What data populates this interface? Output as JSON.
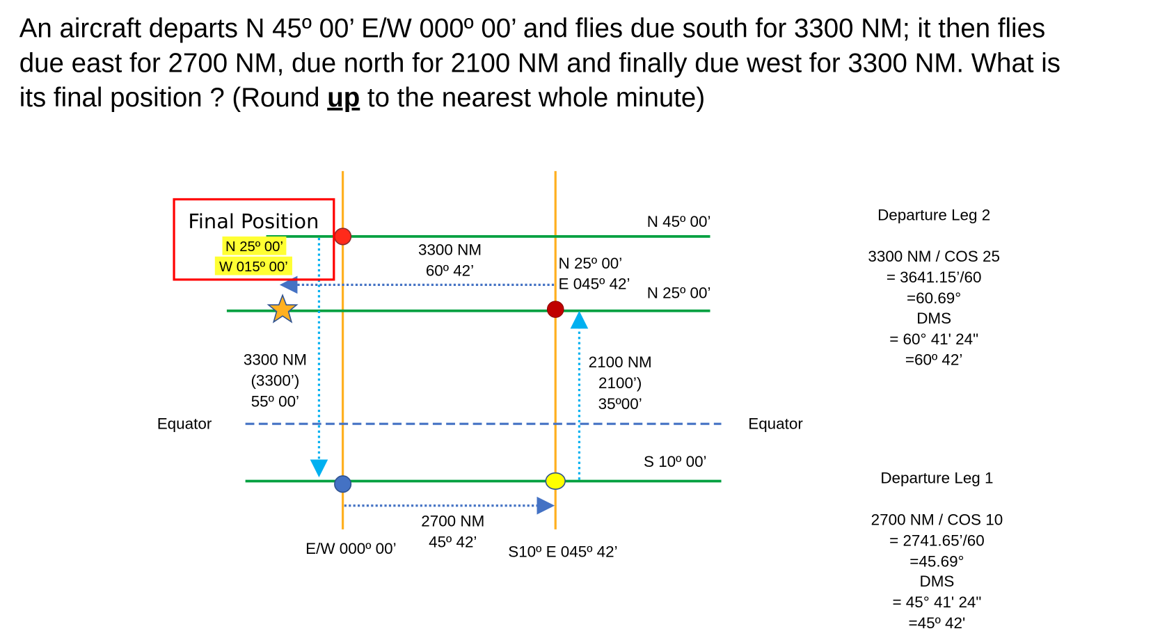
{
  "question": {
    "line1": "An aircraft departs N 45º 00’ E/W 000º 00’ and flies due south for 3300 NM; it then flies",
    "line2": "due east for 2700 NM, due north for 2100 NM and finally due west for 3300 NM. What is",
    "line3_pre": "its final position ? (Round ",
    "line3_bold": "up",
    "line3_post": " to the nearest whole minute)"
  },
  "final_position": {
    "title": "Final Position",
    "lat": "N 25º 00’",
    "lon": "W 015º 00’"
  },
  "labels": {
    "n45": "N 45º 00’",
    "n25_right": "N 25º 00’",
    "n25_point_lat": "N 25º 00’",
    "n25_point_lon": "E 045º 42’",
    "leg4_dist": "3300 NM",
    "leg4_angle": "60º 42’",
    "leg1_dist": "3300 NM",
    "leg1_min": "(3300’)",
    "leg1_angle": "55º 00’",
    "leg3_dist": "2100 NM",
    "leg3_min": "2100’)",
    "leg3_angle": "35º00’",
    "equator_left": "Equator",
    "equator_right": "Equator",
    "s10": "S 10º 00’",
    "leg2_dist": "2700 NM",
    "leg2_angle": "45º 42’",
    "ew000": "E/W 000º 00’",
    "s10_point": "S10º E 045º 42’"
  },
  "departure_leg2": {
    "title": "Departure Leg 2",
    "lines": [
      "3300 NM / COS 25",
      "= 3641.15’/60",
      "=60.69°",
      "DMS",
      "= 60° 41' 24\"",
      "=60º 42’"
    ]
  },
  "departure_leg1": {
    "title": "Departure Leg 1",
    "lines": [
      "2700 NM / COS 10",
      "= 2741.65’/60",
      "=45.69°",
      "DMS",
      "= 45° 41' 24\"",
      "=45º 42'"
    ]
  },
  "colors": {
    "meridian": "#FFB020",
    "parallel": "#00A040",
    "equator": "#4472C4",
    "track_blue": "#4472C4",
    "track_cyan": "#00B0F0",
    "box": "#FF0000",
    "highlight": "#FFFF33"
  }
}
